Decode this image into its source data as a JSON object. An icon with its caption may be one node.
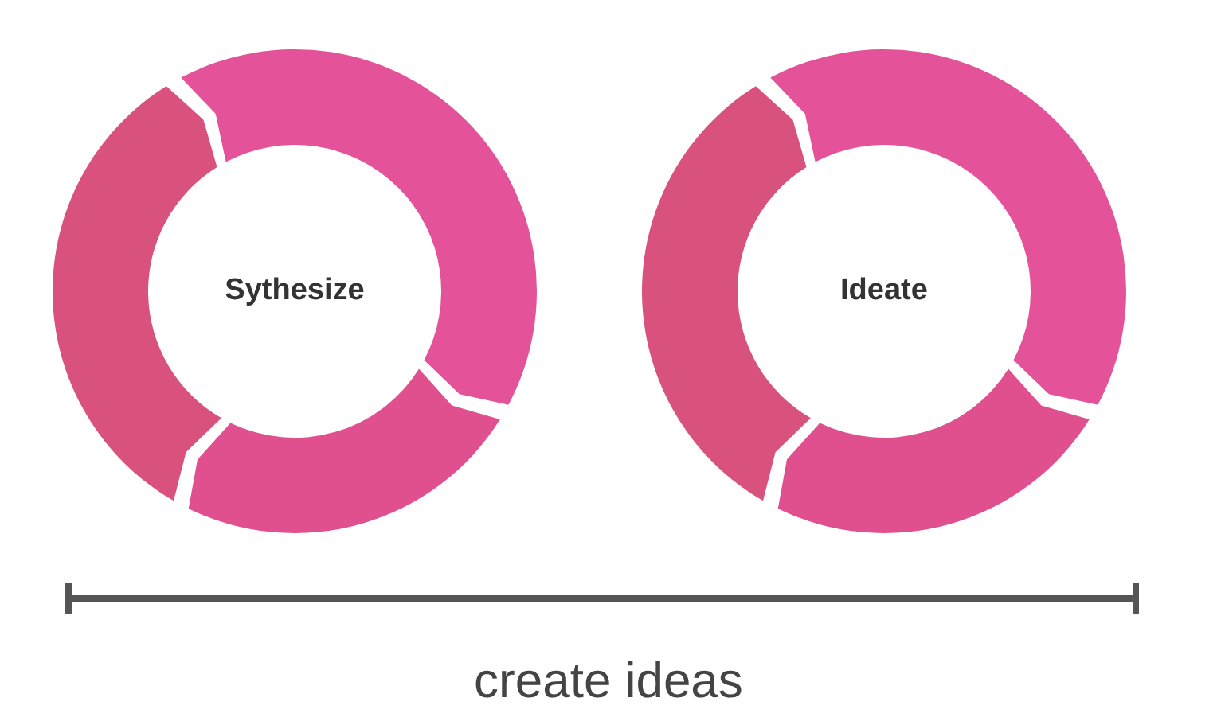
{
  "diagram": {
    "nodes": [
      {
        "text": [
          "Sythesize"
        ]
      },
      {
        "text": [
          "Ideate"
        ]
      }
    ],
    "labels": [
      "create ideas"
    ]
  }
}
